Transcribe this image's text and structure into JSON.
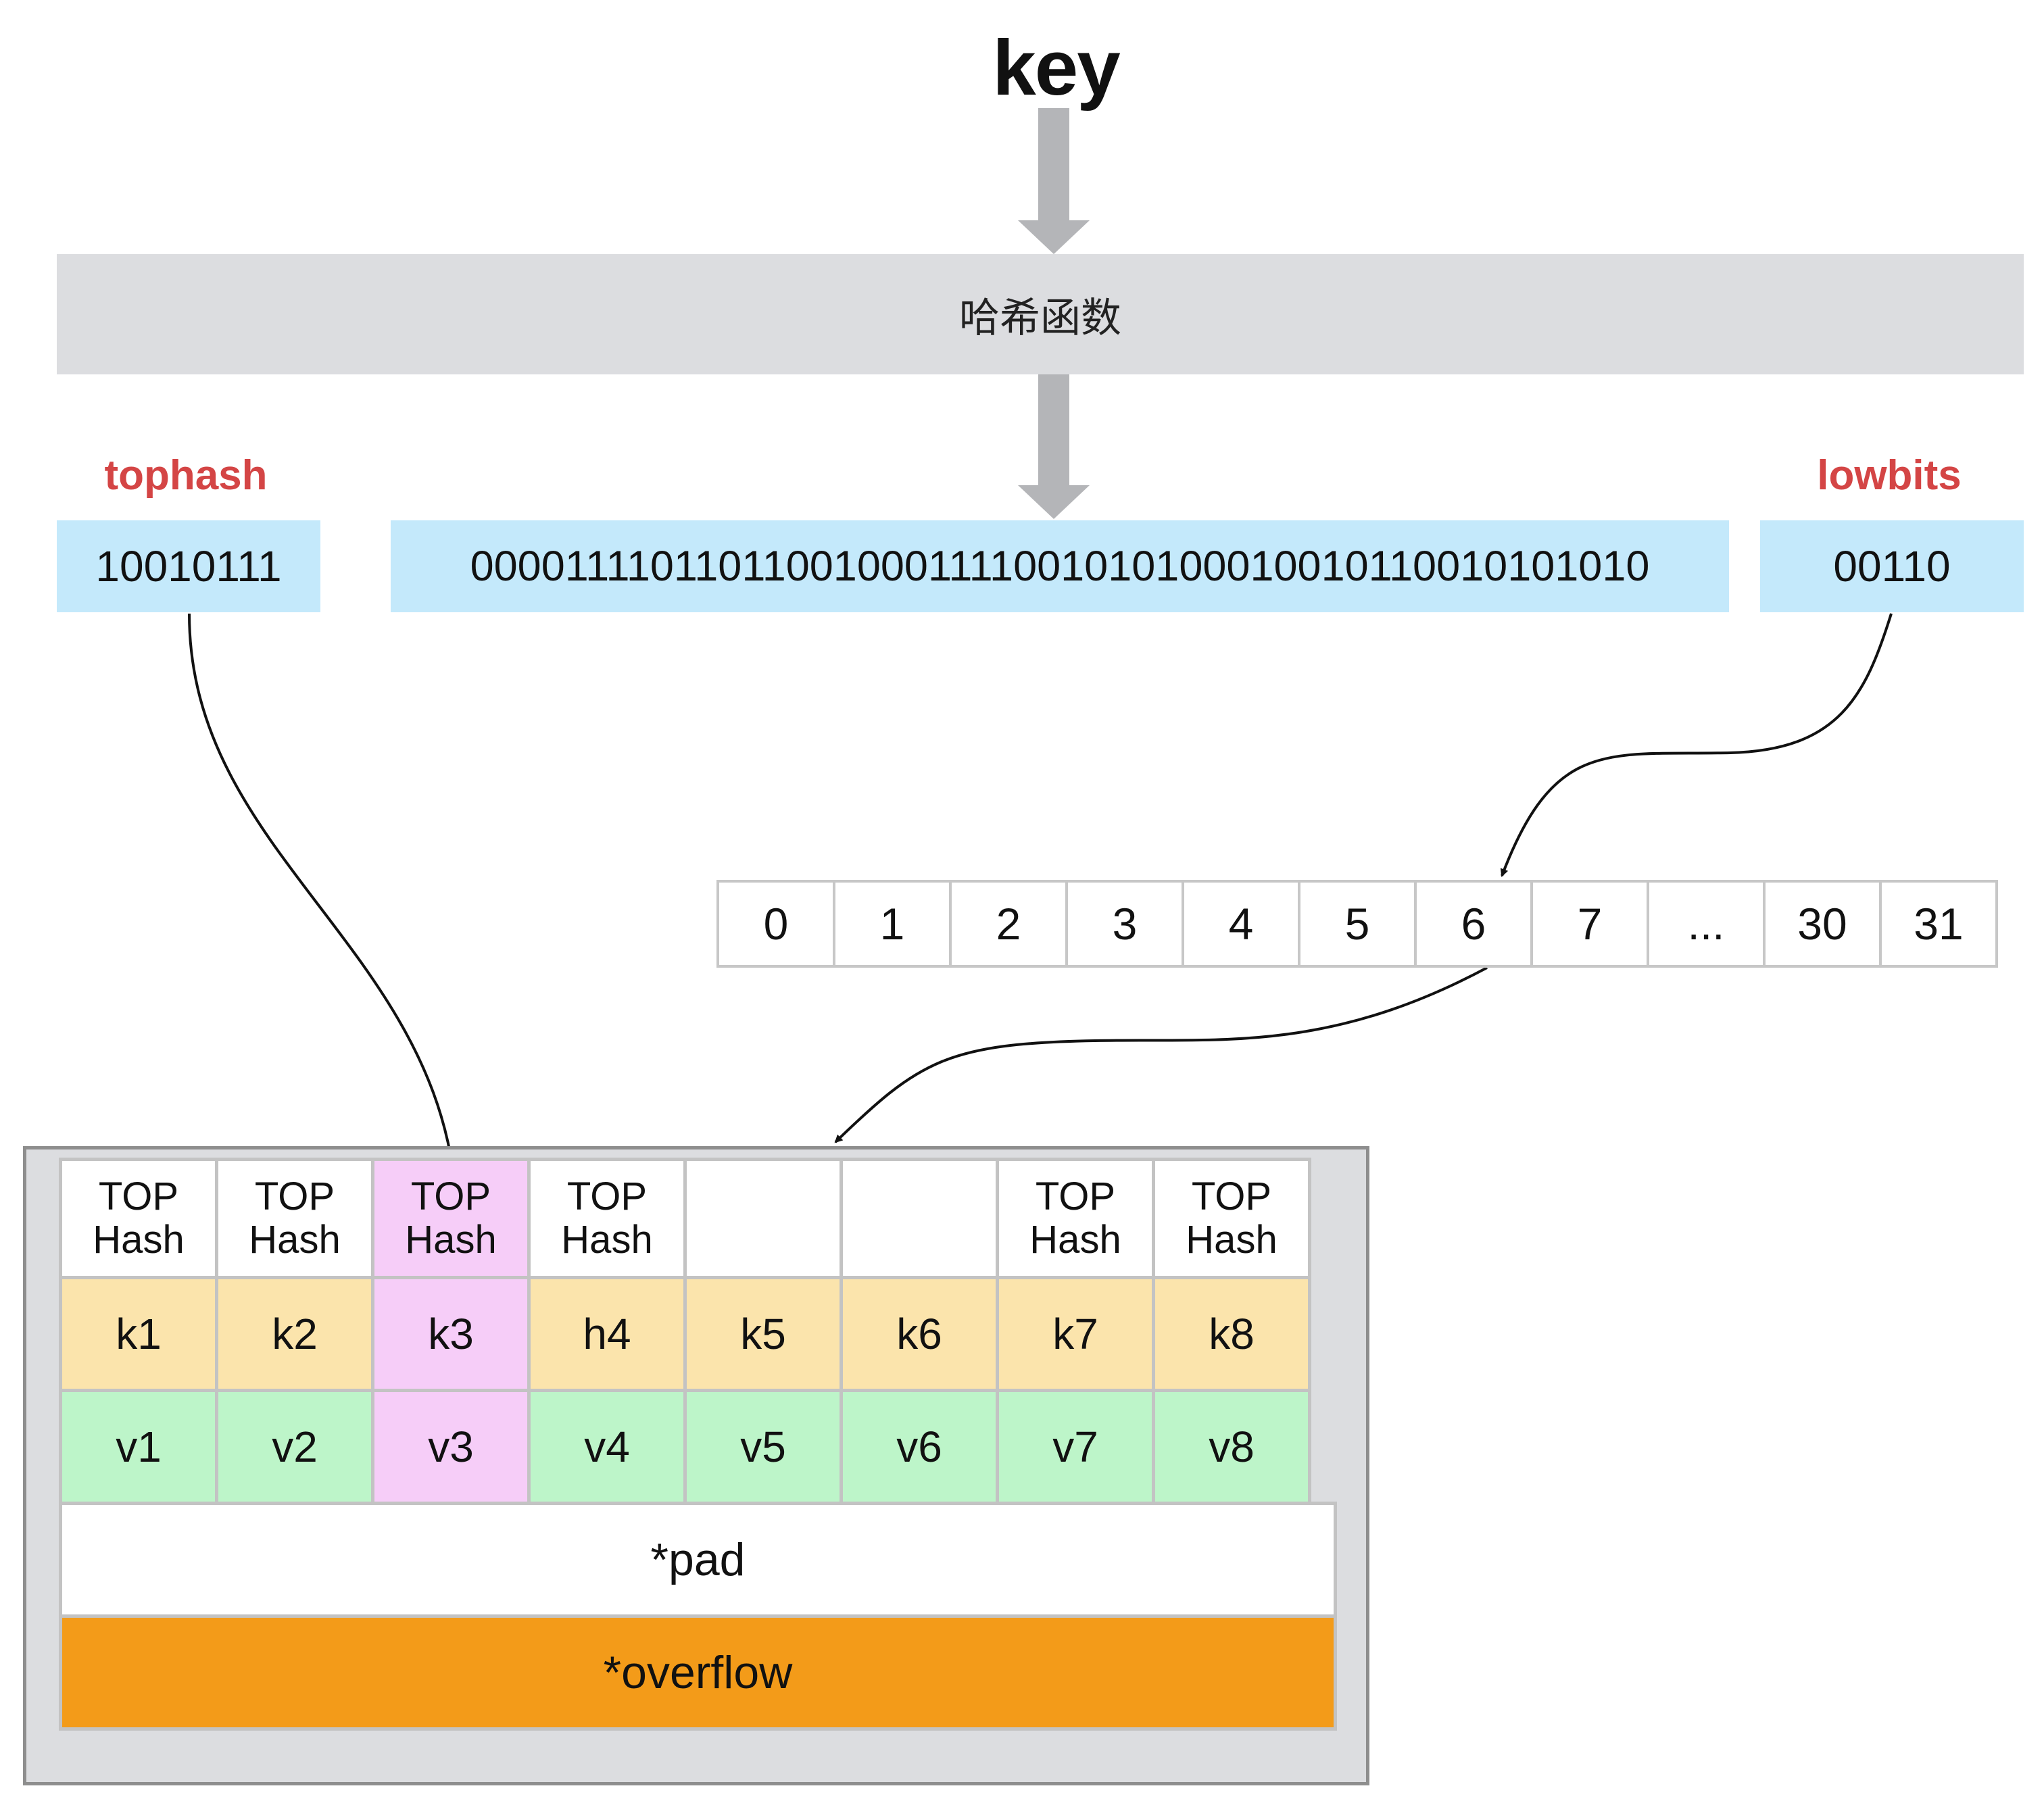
{
  "title": "key",
  "hash_function": "哈希函数",
  "labels": {
    "tophash": "tophash",
    "lowbits": "lowbits"
  },
  "bits": {
    "top": "10010111",
    "middle": "000011110110110010001111001010100010010110010101010",
    "low": "00110"
  },
  "bucket_index": [
    "0",
    "1",
    "2",
    "3",
    "4",
    "5",
    "6",
    "7",
    "...",
    "30",
    "31"
  ],
  "bucket": {
    "tophash_cells": [
      {
        "line1": "TOP",
        "line2": "Hash"
      },
      {
        "line1": "TOP",
        "line2": "Hash"
      },
      {
        "line1": "TOP",
        "line2": "Hash"
      },
      {
        "line1": "TOP",
        "line2": "Hash"
      },
      {
        "line1": "",
        "line2": ""
      },
      {
        "line1": "",
        "line2": ""
      },
      {
        "line1": "TOP",
        "line2": "Hash"
      },
      {
        "line1": "TOP",
        "line2": "Hash"
      }
    ],
    "keys": [
      "k1",
      "k2",
      "k3",
      "h4",
      "k5",
      "k6",
      "k7",
      "k8"
    ],
    "values": [
      "v1",
      "v2",
      "v3",
      "v4",
      "v5",
      "v6",
      "v7",
      "v8"
    ],
    "pad": "*pad",
    "overflow": "*overflow"
  },
  "colors": {
    "hash_bar": "#dcdde0",
    "bits": "#c4e9fb",
    "label_red": "#d44545",
    "key_cell": "#fbe4ac",
    "value_cell": "#bdf5c9",
    "highlight": "#f6cdf8",
    "overflow": "#f39b19",
    "arrow_gray": "#b4b5b8"
  }
}
